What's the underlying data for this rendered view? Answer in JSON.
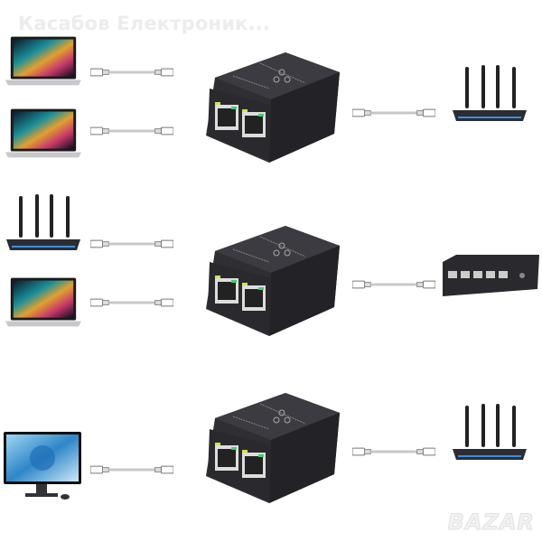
{
  "watermark": {
    "seller": "Касабов Електроник...",
    "site_logo": "BAZAR"
  },
  "colors": {
    "device_body": "#2a2a2e",
    "port_led_green": "#3fd16a",
    "port_led_yellow": "#d8e04a",
    "cable": "#cfcfcf"
  },
  "scenarios": [
    {
      "inputs": [
        "laptop",
        "laptop"
      ],
      "output": "router"
    },
    {
      "inputs": [
        "router",
        "laptop"
      ],
      "output": "switch"
    },
    {
      "inputs": [
        "desktop-monitor"
      ],
      "output": "router"
    }
  ]
}
